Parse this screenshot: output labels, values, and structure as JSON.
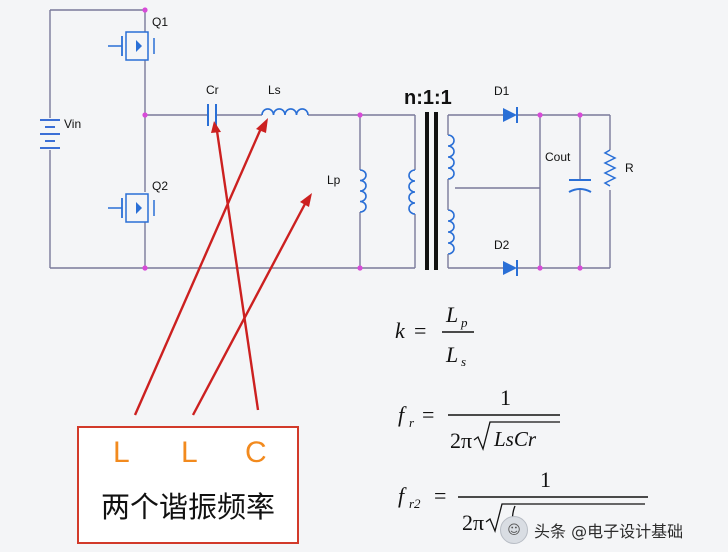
{
  "components": {
    "vin": "Vin",
    "q1": "Q1",
    "q2": "Q2",
    "cr": "Cr",
    "ls": "Ls",
    "lp": "Lp",
    "ratio": "n:1:1",
    "d1": "D1",
    "d2": "D2",
    "cout": "Cout",
    "r": "R"
  },
  "callout": {
    "letters": [
      "L",
      "L",
      "C"
    ],
    "caption": "两个谐振频率"
  },
  "formulas": {
    "k": {
      "lhs": "k",
      "num_L": "L",
      "num_sub": "p",
      "den_L": "L",
      "den_sub": "s"
    },
    "fr": {
      "f": "f",
      "sub": "r",
      "num": "1",
      "two_pi": "2π",
      "radicand": "LsCr"
    },
    "fr2": {
      "f": "f",
      "sub": "r2",
      "num": "1",
      "two_pi": "2π"
    }
  },
  "watermark": {
    "text": "头条 @电子设计基础"
  },
  "colors": {
    "arrow": "#cc2020",
    "letters": "#f28a1e",
    "coil": "#2a6fd6",
    "node": "#d84bd8",
    "box": "#d23a2a"
  }
}
